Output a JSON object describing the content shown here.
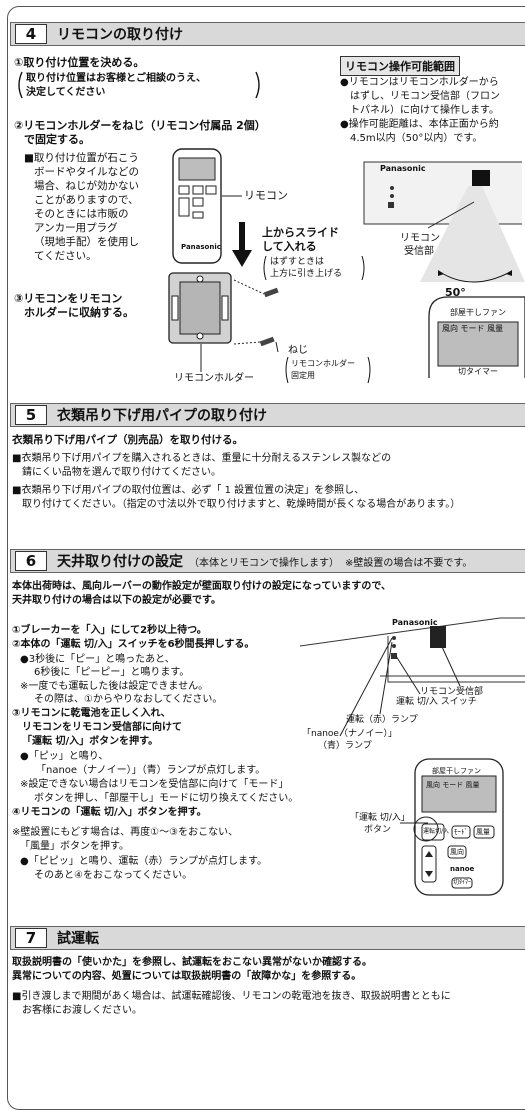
{
  "s4": {
    "num": "4",
    "title": "リモコンの取り付け",
    "step1": "①取り付け位置を決める。",
    "step1_n1": "取り付け位置はお客様とご相談のうえ、",
    "step1_n2": "決定してください",
    "step2_l1": "②リモコンホルダーをねじ（リモコン付属品 2個）",
    "step2_l2": "で固定する。",
    "note": [
      "■取り付け位置が石こう",
      "ボードやタイルなどの",
      "場合、ねじが効かない",
      "ことがありますので、",
      "そのときには市販の",
      "アンカー用プラグ",
      "（現地手配）を使用し",
      "てください。"
    ],
    "step3_l1": "③リモコンをリモコン",
    "step3_l2": "ホルダーに収納する。",
    "label_remote": "リモコン",
    "label_slide_1": "上からスライド",
    "label_slide_2": "して入れる",
    "label_remove_1": "はずすときは",
    "label_remove_2": "上方に引き上げる",
    "label_screw": "ねじ",
    "label_screw_2": "リモコンホルダー",
    "label_screw_3": "固定用",
    "label_holder": "リモコンホルダー",
    "range_title": "リモコン操作可能範囲",
    "range": [
      "●リモコンはリモコンホルダーから",
      "はずし、リモコン受信部（フロン",
      "トパネル）に向けて操作します。",
      "●操作可能距離は、本体正面から約",
      "4.5m以内（50°以内）です。"
    ],
    "label_receiver_1": "リモコン",
    "label_receiver_2": "受信部",
    "angle": "50°",
    "brand": "Panasonic",
    "remote_screen_title": "部屋干しファン",
    "remote_screen_modes": "風向  モード  風量",
    "remote_timer": "切タイマー"
  },
  "s5": {
    "num": "5",
    "title": "衣類吊り下げ用パイプの取り付け",
    "lead": "衣類吊り下げ用パイプ（別売品）を取り付ける。",
    "p1": "■衣類吊り下げ用パイプを購入されるときは、重量に十分耐えるステンレス製などの",
    "p1b": "錆にくい品物を選んで取り付けてください。",
    "p2": "■衣類吊り下げ用パイプの取付位置は、必ず「 1  設置位置の決定」を参照し、",
    "p2b": "取り付けてください。（指定の寸法以外で取り付けますと、乾燥時間が長くなる場合があります。）"
  },
  "s6": {
    "num": "6",
    "title": "天井取り付けの設定",
    "subtitle": "（本体とリモコンで操作します）",
    "note": "※壁設置の場合は不要です。",
    "lead1": "本体出荷時は、風向ルーバーの動作設定が壁面取り付けの設定になっていますので、",
    "lead2": "天井取り付けの場合は以下の設定が必要です。",
    "l1": "①ブレーカーを「入」にして2秒以上待つ。",
    "l2": "②本体の「運転 切/入」スイッチを6秒間長押しする。",
    "l3": "●3秒後に「ピー」と鳴ったあと、",
    "l4": "6秒後に「ピーピー」と鳴ります。",
    "l5": "※一度でも運転した後は設定できません。",
    "l6": "その際は、①からやりなおしてください。",
    "l7": "③リモコンに乾電池を正しく入れ、",
    "l8": "リモコンをリモコン受信部に向けて",
    "l9": "「運転 切/入」ボタンを押す。",
    "l10": "●「ピッ」と鳴り、",
    "l11": "「nanoe（ナノイー）」（青）ランプが点灯します。",
    "l12": "※設定できない場合はリモコンを受信部に向けて「モード」",
    "l13": "ボタンを押し、「部屋干し」モードに切り換えてください。",
    "l14": "④リモコンの「運転 切/入」ボタンを押す。",
    "l15": "※壁設置にもどす場合は、再度①〜③をおこない、",
    "l16": "「風量」ボタンを押す。",
    "l17": "●「ピピッ」と鳴り、運転（赤）ランプが点灯します。",
    "l18": "そのあと④をおこなってください。",
    "lab_receiver": "リモコン受信部",
    "lab_switch": "運転 切/入 スイッチ",
    "lab_red": "運転（赤）ランプ",
    "lab_nanoe_1": "「nanoe（ナノイー）」",
    "lab_nanoe_2": "（青）ランプ",
    "lab_button_1": "「運転 切/入」",
    "lab_button_2": "ボタン",
    "brand": "Panasonic",
    "btn_run": "運転切/入",
    "btn_mode": "ﾓｰﾄﾞ",
    "btn_fan": "風量",
    "btn_dir": "風向",
    "btn_nanoe": "nanoe",
    "btn_timer": "切ﾀｲﾏｰ",
    "remote_screen_title": "部屋干しファン",
    "remote_screen_modes": "風向  モード  風量"
  },
  "s7": {
    "num": "7",
    "title": "試運転",
    "lead1": "取扱説明書の「使いかた」を参照し、試運転をおこない異常がないか確認する。",
    "lead2": "異常についての内容、処置については取扱説明書の「故障かな」を参照する。",
    "p1": "■引き渡しまで期間があく場合は、試運転確認後、リモコンの乾電池を抜き、取扱説明書とともに",
    "p1b": "お客様にお渡しください。"
  }
}
